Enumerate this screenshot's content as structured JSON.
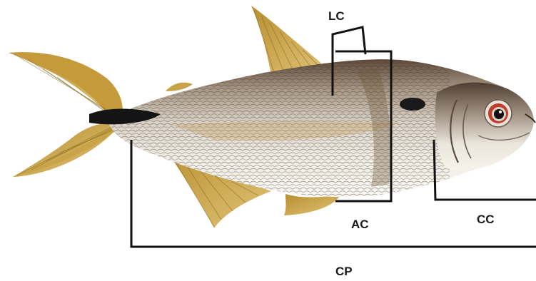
{
  "figure": {
    "labels": {
      "lc": "LC",
      "ac": "AC",
      "cc": "CC",
      "cp": "CP"
    }
  },
  "colors": {
    "fin": "#c9a347",
    "fin_ray": "#8a6a22",
    "body_back": "#6b5a48",
    "body_mid": "#cfc6b8",
    "belly": "#f4f1ea",
    "caudal_spot": "#141414",
    "humeral_spot": "#1a1a1a",
    "eye_ring": "#c23a2a",
    "bracket": "#111111"
  }
}
